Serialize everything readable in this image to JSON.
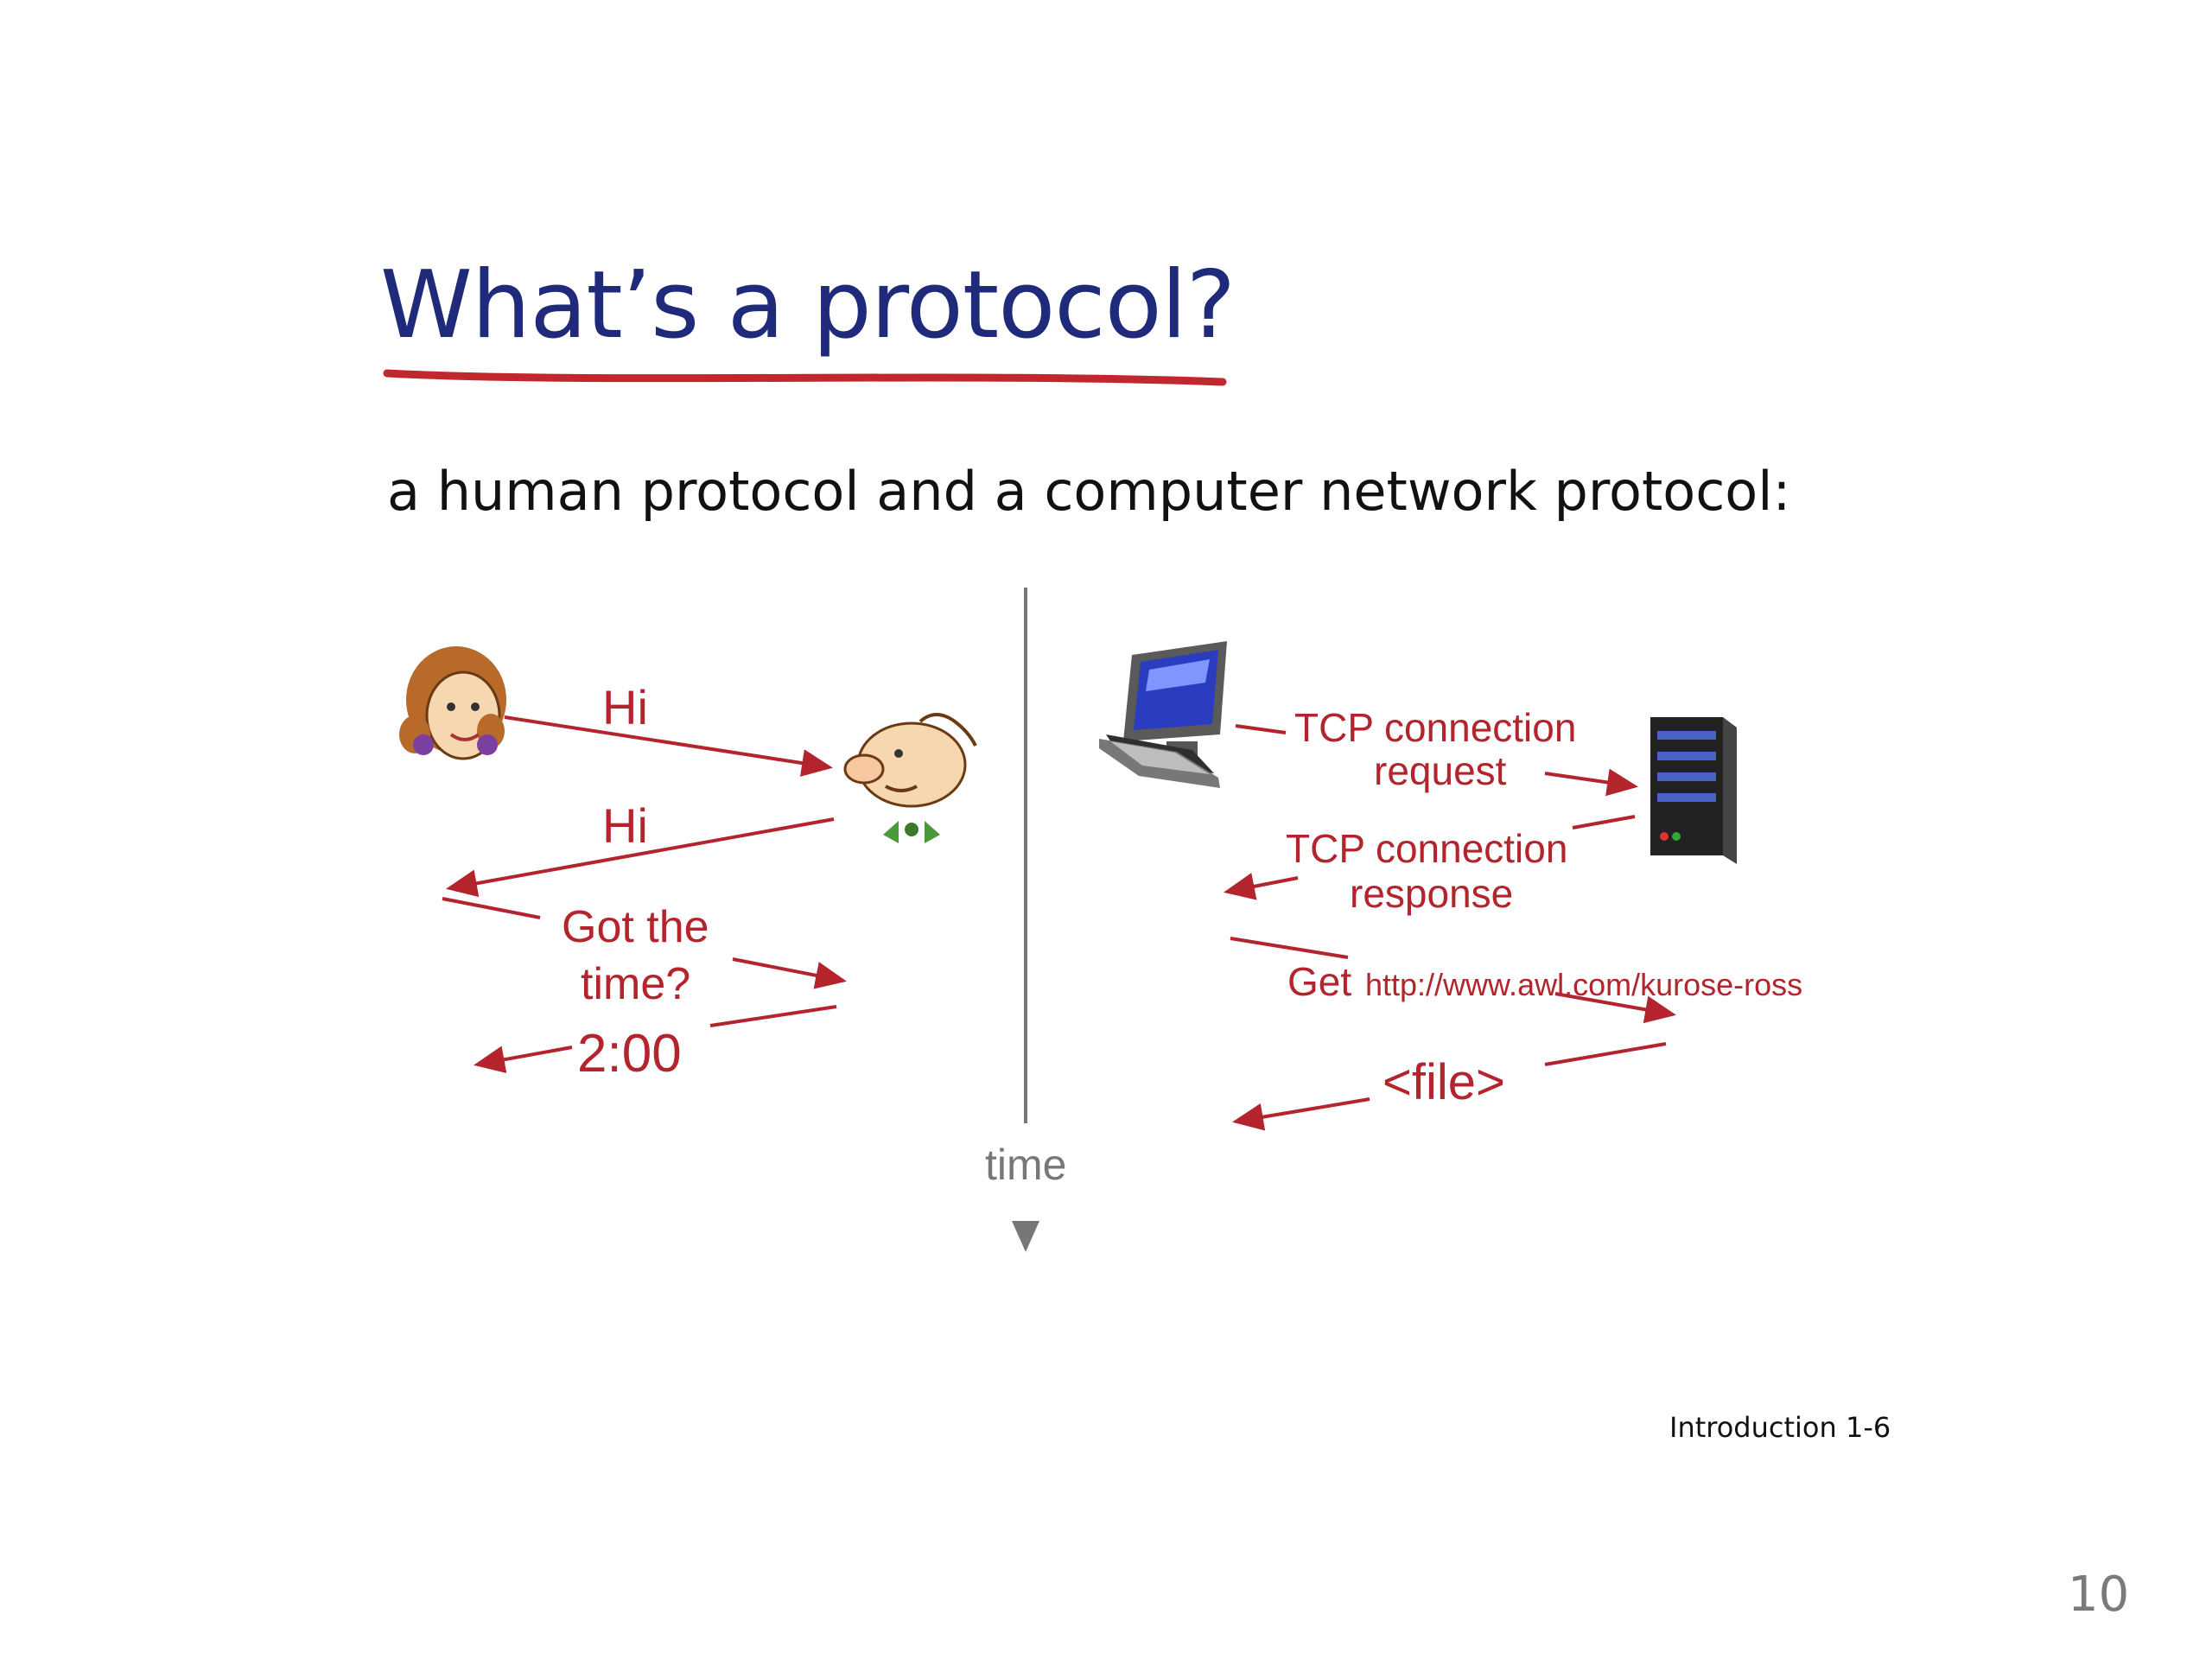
{
  "slide": {
    "title": "What’s a protocol?",
    "subtitle": "a human protocol and a computer network protocol:",
    "footer": "Introduction 1-6",
    "page_number": "10"
  },
  "human_protocol": {
    "messages": [
      "Hi",
      "Hi",
      "Got the",
      "time?",
      "2:00"
    ]
  },
  "timeline": {
    "label": "time"
  },
  "network_protocol": {
    "messages": {
      "tcp_request_line1": "TCP connection",
      "tcp_request_line2": "request",
      "tcp_response_line1": "TCP connection",
      "tcp_response_line2": "response",
      "get_verb": "Get",
      "get_url": "http://www.awl.com/kurose-ross",
      "file": "<file>"
    }
  },
  "colors": {
    "title": "#1f2a7a",
    "underline": "#c0282e",
    "message": "#b3242c",
    "timeline": "#777777"
  }
}
